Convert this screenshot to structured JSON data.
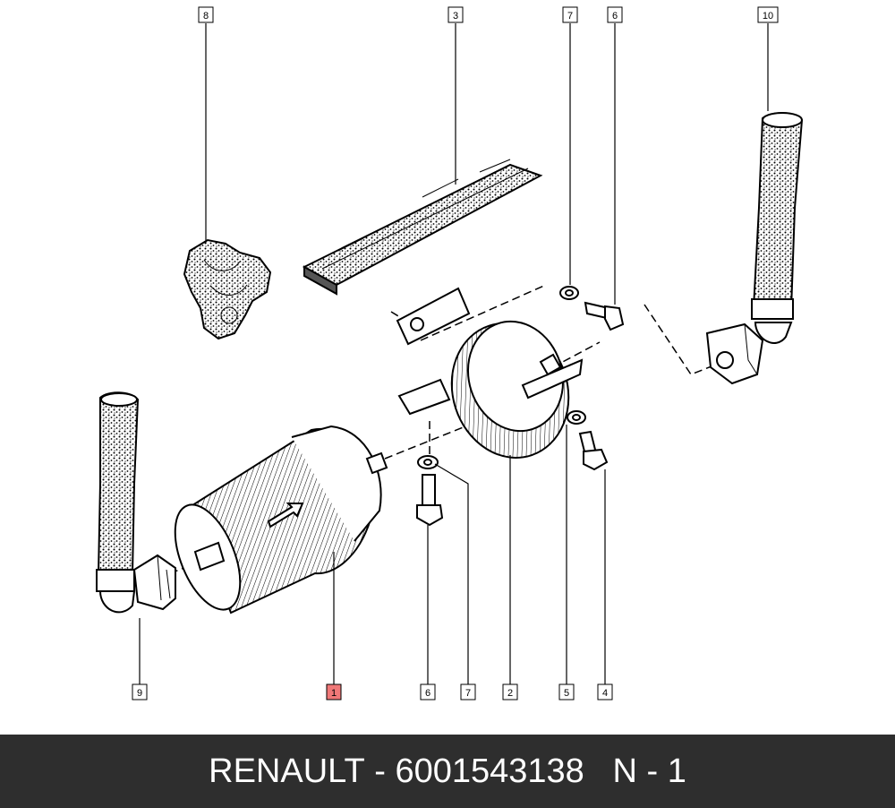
{
  "footer": {
    "brand": "RENAULT",
    "separator": " - ",
    "part_number": "6001543138",
    "suffix": "N - 1"
  },
  "callouts": [
    {
      "label": "8"
    },
    {
      "label": "3"
    },
    {
      "label": "7"
    },
    {
      "label": "6"
    },
    {
      "label": "10"
    },
    {
      "label": "9"
    },
    {
      "label": "1"
    },
    {
      "label": "6"
    },
    {
      "label": "7"
    },
    {
      "label": "2"
    },
    {
      "label": "5"
    },
    {
      "label": "4"
    }
  ],
  "highlight_color": "#f07878"
}
